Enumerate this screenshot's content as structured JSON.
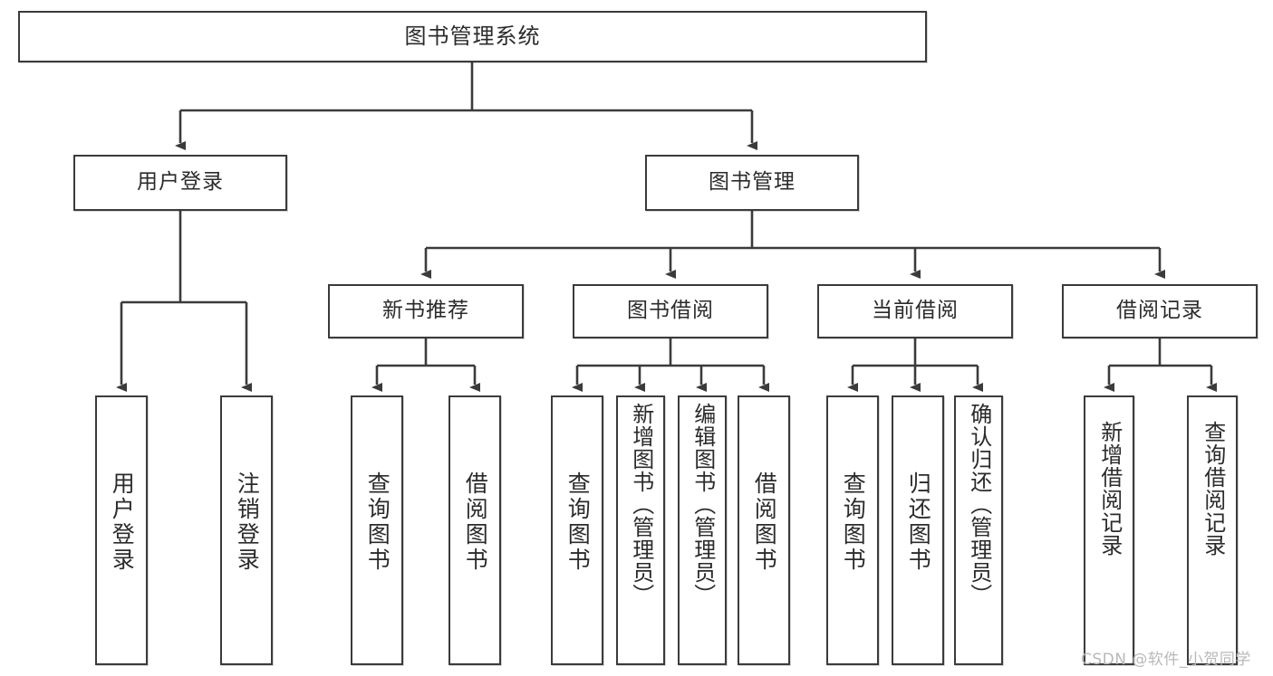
{
  "diagram": {
    "title": "图书管理系统",
    "type": "function-structure-tree",
    "watermark": "CSDN @软件_小贺同学",
    "colors": {
      "stroke": "#3b3b3b",
      "fill": "#ffffff",
      "text": "#2b2b2b",
      "watermark": "#b9b9b9"
    }
  },
  "nodes": {
    "root": {
      "label": "图书管理系统"
    },
    "level2": [
      {
        "id": "user-login",
        "label": "用户登录"
      },
      {
        "id": "book-manage",
        "label": "图书管理"
      }
    ],
    "level3": [
      {
        "id": "new-book-recommend",
        "label": "新书推荐"
      },
      {
        "id": "book-borrow",
        "label": "图书借阅"
      },
      {
        "id": "current-borrow",
        "label": "当前借阅"
      },
      {
        "id": "borrow-record",
        "label": "借阅记录"
      }
    ],
    "leaves": {
      "user-login": [
        {
          "id": "leaf-user-login",
          "label": "用户登录"
        },
        {
          "id": "leaf-logout",
          "label": "注销登录"
        }
      ],
      "new-book-recommend": [
        {
          "id": "leaf-query-book-1",
          "label": "查询图书"
        },
        {
          "id": "leaf-borrow-book-1",
          "label": "借阅图书"
        }
      ],
      "book-borrow": [
        {
          "id": "leaf-query-book-2",
          "label": "查询图书"
        },
        {
          "id": "leaf-add-book",
          "label": "新增图书（管理员）"
        },
        {
          "id": "leaf-edit-book",
          "label": "编辑图书（管理员）"
        },
        {
          "id": "leaf-borrow-book-2",
          "label": "借阅图书"
        }
      ],
      "current-borrow": [
        {
          "id": "leaf-query-book-3",
          "label": "查询图书"
        },
        {
          "id": "leaf-return-book",
          "label": "归还图书"
        },
        {
          "id": "leaf-confirm-return",
          "label": "确认归还（管理员）"
        }
      ],
      "borrow-record": [
        {
          "id": "leaf-add-record",
          "label": "新增借阅记录"
        },
        {
          "id": "leaf-query-record",
          "label": "查询借阅记录"
        }
      ]
    }
  }
}
